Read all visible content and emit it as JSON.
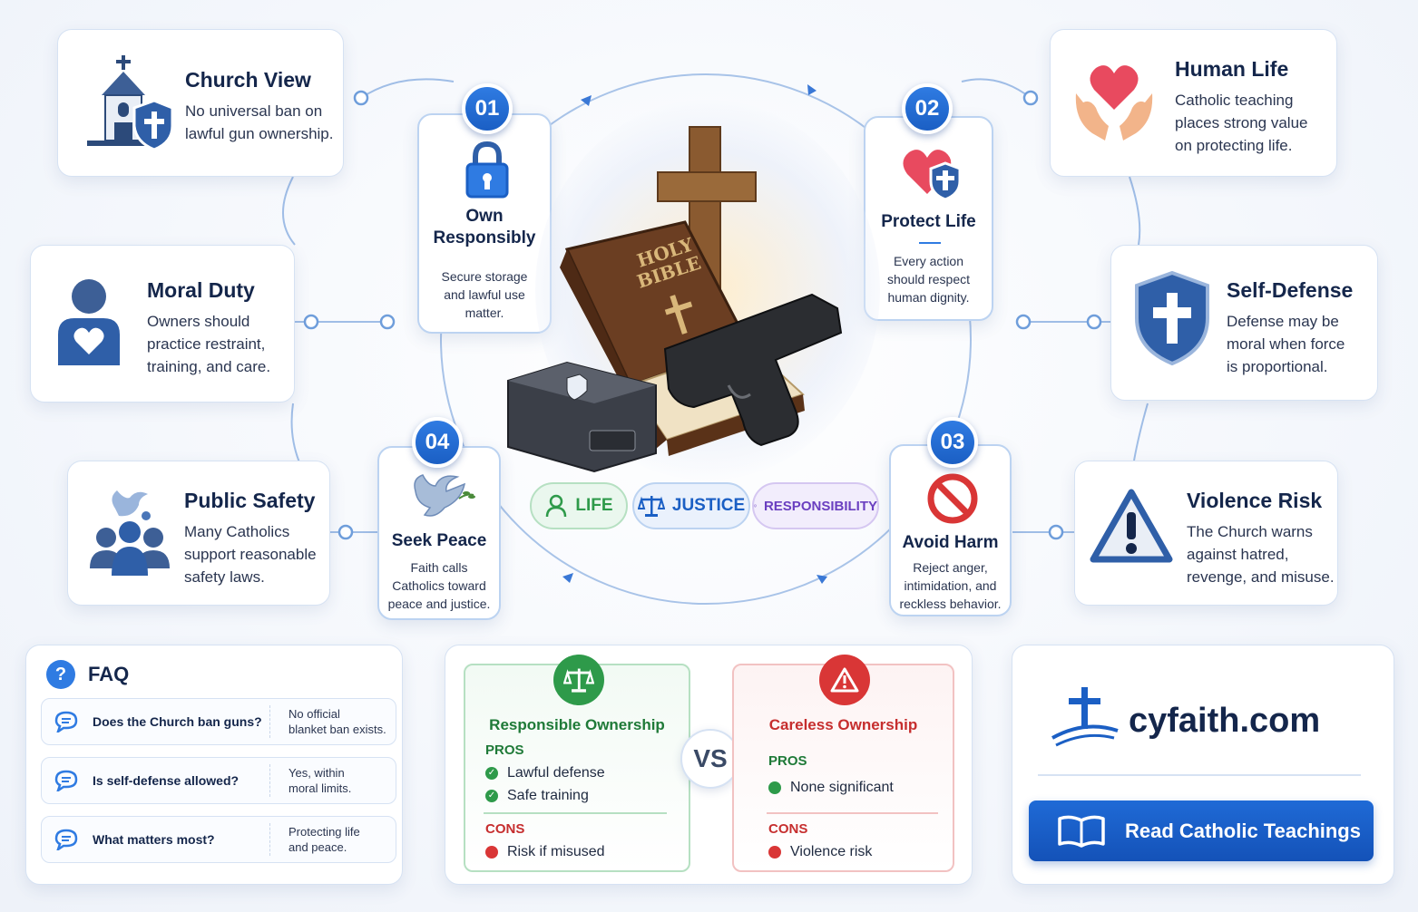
{
  "side_cards": {
    "church_view": {
      "title": "Church View",
      "text_line1": "No universal ban on",
      "text_line2": "lawful gun ownership."
    },
    "moral_duty": {
      "title": "Moral Duty",
      "text_line1": "Owners should",
      "text_line2": "practice restraint,",
      "text_line3": "training, and care."
    },
    "public_safety": {
      "title": "Public Safety",
      "text_line1": "Many Catholics",
      "text_line2": "support reasonable",
      "text_line3": "safety laws."
    },
    "human_life": {
      "title": "Human Life",
      "text_line1": "Catholic teaching",
      "text_line2": "places strong value",
      "text_line3": "on protecting life."
    },
    "self_defense": {
      "title": "Self-Defense",
      "text_line1": "Defense may be",
      "text_line2": "moral when force",
      "text_line3": "is proportional."
    },
    "violence_risk": {
      "title": "Violence Risk",
      "text_line1": "The Church warns",
      "text_line2": "against hatred,",
      "text_line3": "revenge, and misuse."
    }
  },
  "steps": [
    {
      "number": "01",
      "title_line1": "Own",
      "title_line2": "Responsibly",
      "text_line1": "Secure storage",
      "text_line2": "and lawful use",
      "text_line3": "matter."
    },
    {
      "number": "02",
      "title_line1": "Protect Life",
      "text_line1": "Every action",
      "text_line2": "should respect",
      "text_line3": "human dignity."
    },
    {
      "number": "03",
      "title_line1": "Avoid Harm",
      "text_line1": "Reject anger,",
      "text_line2": "intimidation, and",
      "text_line3": "reckless behavior."
    },
    {
      "number": "04",
      "title_line1": "Seek Peace",
      "text_line1": "Faith calls",
      "text_line2": "Catholics toward",
      "text_line3": "peace and justice."
    }
  ],
  "center": {
    "bible_text_line1": "HOLY",
    "bible_text_line2": "BIBLE",
    "pills": [
      "LIFE",
      "JUSTICE",
      "RESPONSIBILITY"
    ]
  },
  "faq": {
    "title": "FAQ",
    "items": [
      {
        "q": "Does the Church ban guns?",
        "a_line1": "No official",
        "a_line2": "blanket ban exists."
      },
      {
        "q": "Is self-defense allowed?",
        "a_line1": "Yes, within",
        "a_line2": "moral limits."
      },
      {
        "q": "What matters most?",
        "a_line1": "Protecting life",
        "a_line2": "and peace."
      }
    ]
  },
  "comparison": {
    "vs": "VS",
    "responsible": {
      "title": "Responsible Ownership",
      "pros_label": "PROS",
      "pros": [
        "Lawful defense",
        "Safe training"
      ],
      "cons_label": "CONS",
      "cons": [
        "Risk if misused"
      ]
    },
    "careless": {
      "title": "Careless Ownership",
      "pros_label": "PROS",
      "pros": [
        "None significant"
      ],
      "cons_label": "CONS",
      "cons": [
        "Violence risk"
      ]
    }
  },
  "brand": {
    "site": "cyfaith.com",
    "cta": "Read Catholic Teachings"
  },
  "colors": {
    "primary_blue": "#1b5fc4",
    "green": "#2e9a4a",
    "red": "#d93636",
    "purple": "#6a3fc0",
    "dark_navy": "#14264b"
  }
}
